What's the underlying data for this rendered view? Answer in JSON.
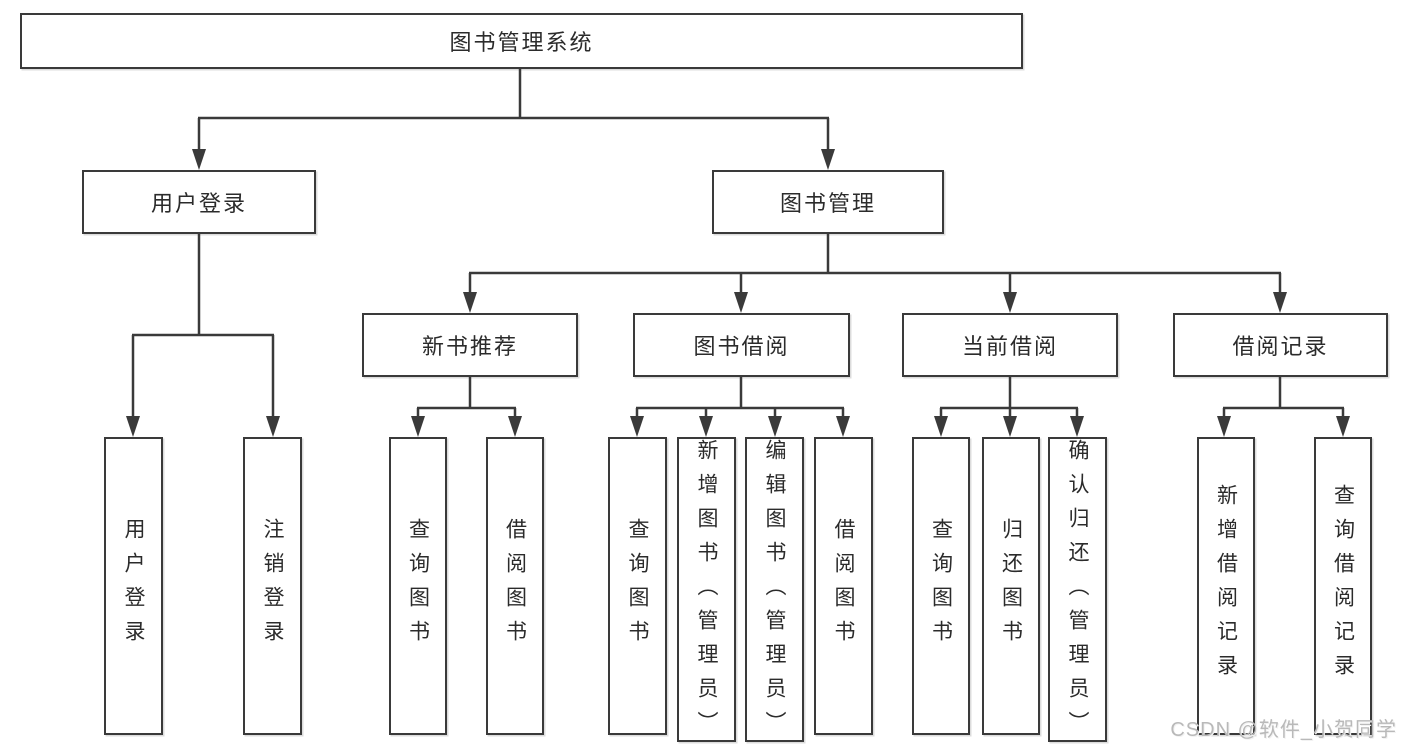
{
  "root": {
    "label": "图书管理系统"
  },
  "user_login": {
    "label": "用户登录",
    "children": [
      {
        "label": "用户登录"
      },
      {
        "label": "注销登录"
      }
    ]
  },
  "book_management": {
    "label": "图书管理",
    "children": [
      {
        "label": "新书推荐",
        "children": [
          {
            "label": "查询图书"
          },
          {
            "label": "借阅图书"
          }
        ]
      },
      {
        "label": "图书借阅",
        "children": [
          {
            "label": "查询图书"
          },
          {
            "label": "新增图书（管理员）"
          },
          {
            "label": "编辑图书（管理员）"
          },
          {
            "label": "借阅图书"
          }
        ]
      },
      {
        "label": "当前借阅",
        "children": [
          {
            "label": "查询图书"
          },
          {
            "label": "归还图书"
          },
          {
            "label": "确认归还（管理员）"
          }
        ]
      },
      {
        "label": "借阅记录",
        "children": [
          {
            "label": "新增借阅记录"
          },
          {
            "label": "查询借阅记录"
          }
        ]
      }
    ]
  },
  "watermark": {
    "text": "CSDN @软件_小贺同学"
  },
  "colors": {
    "line": "#3a3a3a",
    "text": "#2b2b2b",
    "watermark": "#b9b9b9",
    "background": "#ffffff"
  }
}
